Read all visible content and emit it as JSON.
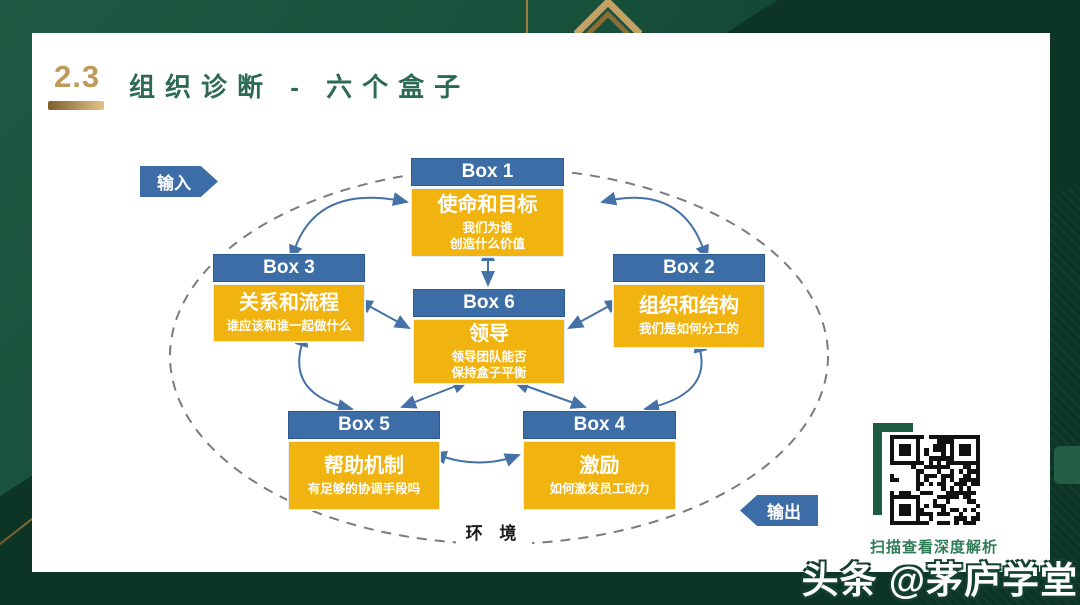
{
  "slide": {
    "section_number": "2.3",
    "title": "组织诊断 - 六个盒子"
  },
  "diagram": {
    "input_label": "输入",
    "output_label": "输出",
    "environment_label": "环 境",
    "boxes": [
      {
        "header": "Box 1",
        "title": "使命和目标",
        "lines": [
          "我们为谁",
          "创造什么价值"
        ]
      },
      {
        "header": "Box 2",
        "title": "组织和结构",
        "lines": [
          "我们是如何分工的"
        ]
      },
      {
        "header": "Box 3",
        "title": "关系和流程",
        "lines": [
          "谁应该和谁一起做什么"
        ]
      },
      {
        "header": "Box 4",
        "title": "激励",
        "lines": [
          "如何激发员工动力"
        ]
      },
      {
        "header": "Box 5",
        "title": "帮助机制",
        "lines": [
          "有足够的协调手段吗"
        ]
      },
      {
        "header": "Box 6",
        "title": "领导",
        "lines": [
          "领导团队能否",
          "保持盒子平衡"
        ]
      }
    ]
  },
  "footer": {
    "qr_caption": "扫描查看深度解析",
    "watermark": "头条 @茅庐学堂"
  },
  "colors": {
    "box_header_blue": "#3d6da7",
    "box_body_yellow": "#f0b310",
    "title_green": "#2d6a55",
    "accent_gold": "#bf9a5a",
    "background_green": "#0c3526",
    "caption_green": "#2f7d57"
  }
}
